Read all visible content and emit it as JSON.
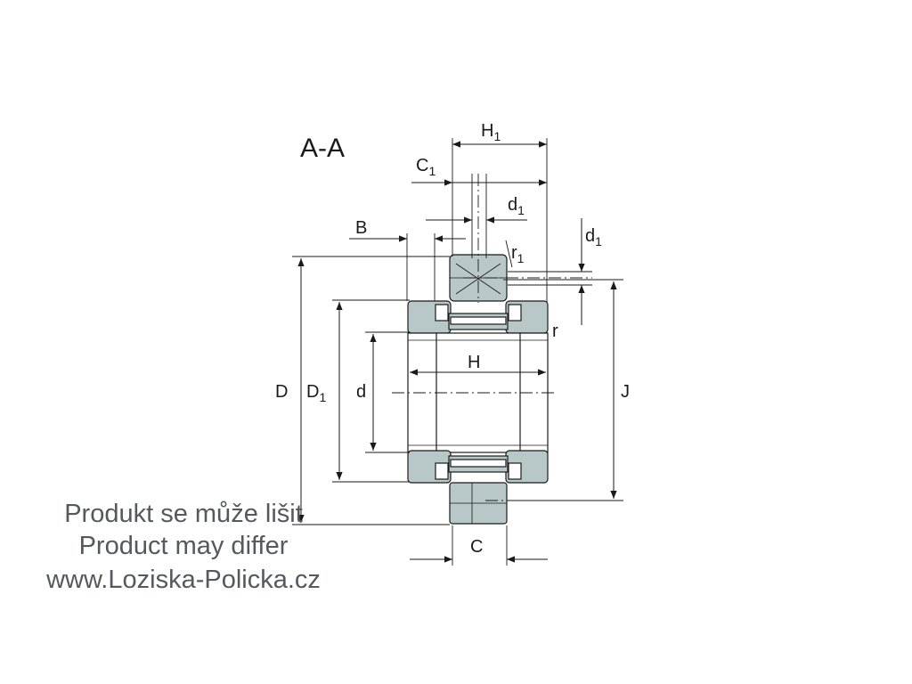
{
  "diagram": {
    "section_label": "A-A",
    "dimensions": {
      "H1": "H",
      "H1_sub": "1",
      "C1": "C",
      "C1_sub": "1",
      "d1_top": "d",
      "d1_top_sub": "1",
      "d1_right": "d",
      "d1_right_sub": "1",
      "B": "B",
      "r1": "r",
      "r1_sub": "1",
      "r": "r",
      "H": "H",
      "D": "D",
      "D1": "D",
      "D1_sub": "1",
      "d": "d",
      "J": "J",
      "C": "C"
    },
    "colors": {
      "section_fill": "#b8c8c9",
      "line": "#1a1a1a",
      "watermark": "#55595f"
    }
  },
  "watermark": {
    "line1": "Produkt se může lišit",
    "line2": "Product may differ",
    "line3": "www.Loziska-Policka.cz"
  }
}
